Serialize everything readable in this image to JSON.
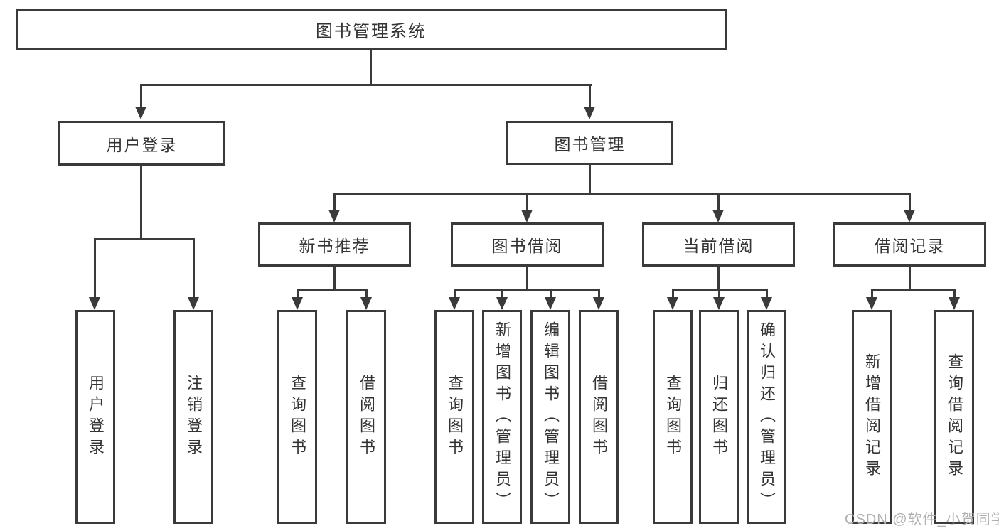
{
  "diagram": {
    "title_node": {
      "label": "图书管理系统"
    },
    "level2": [
      {
        "id": "user-login",
        "label": "用户登录"
      },
      {
        "id": "book-management",
        "label": "图书管理"
      }
    ],
    "level3": [
      {
        "id": "new-book-recommend",
        "label": "新书推荐"
      },
      {
        "id": "book-borrow",
        "label": "图书借阅"
      },
      {
        "id": "current-borrow",
        "label": "当前借阅"
      },
      {
        "id": "borrow-record",
        "label": "借阅记录"
      }
    ],
    "leaves": [
      {
        "id": "user-login-action",
        "label": "用户登录",
        "parent": "user-login"
      },
      {
        "id": "logout-action",
        "label": "注销登录",
        "parent": "user-login"
      },
      {
        "id": "query-books-recommend",
        "label": "查询图书",
        "parent": "new-book-recommend"
      },
      {
        "id": "borrow-books-recommend",
        "label": "借阅图书",
        "parent": "new-book-recommend"
      },
      {
        "id": "query-books-borrow",
        "label": "查询图书",
        "parent": "book-borrow"
      },
      {
        "id": "add-books-admin",
        "label": "新增图书（管理员）",
        "parent": "book-borrow"
      },
      {
        "id": "edit-books-admin",
        "label": "编辑图书（管理员）",
        "parent": "book-borrow"
      },
      {
        "id": "borrow-books",
        "label": "借阅图书",
        "parent": "book-borrow"
      },
      {
        "id": "query-books-current",
        "label": "查询图书",
        "parent": "current-borrow"
      },
      {
        "id": "return-books",
        "label": "归还图书",
        "parent": "current-borrow"
      },
      {
        "id": "confirm-return-admin",
        "label": "确认归还（管理员）",
        "parent": "current-borrow"
      },
      {
        "id": "add-borrow-record",
        "label": "新增借阅记录",
        "parent": "borrow-record"
      },
      {
        "id": "query-borrow-record",
        "label": "查询借阅记录",
        "parent": "borrow-record"
      }
    ],
    "watermark": {
      "text": "CSDN @软件_小贺同学"
    },
    "colors": {
      "line": "#3a3a3a",
      "box_border": "#3a3a3a",
      "text": "#333333",
      "background": "#ffffff",
      "watermark": "#b0b0b0"
    }
  }
}
